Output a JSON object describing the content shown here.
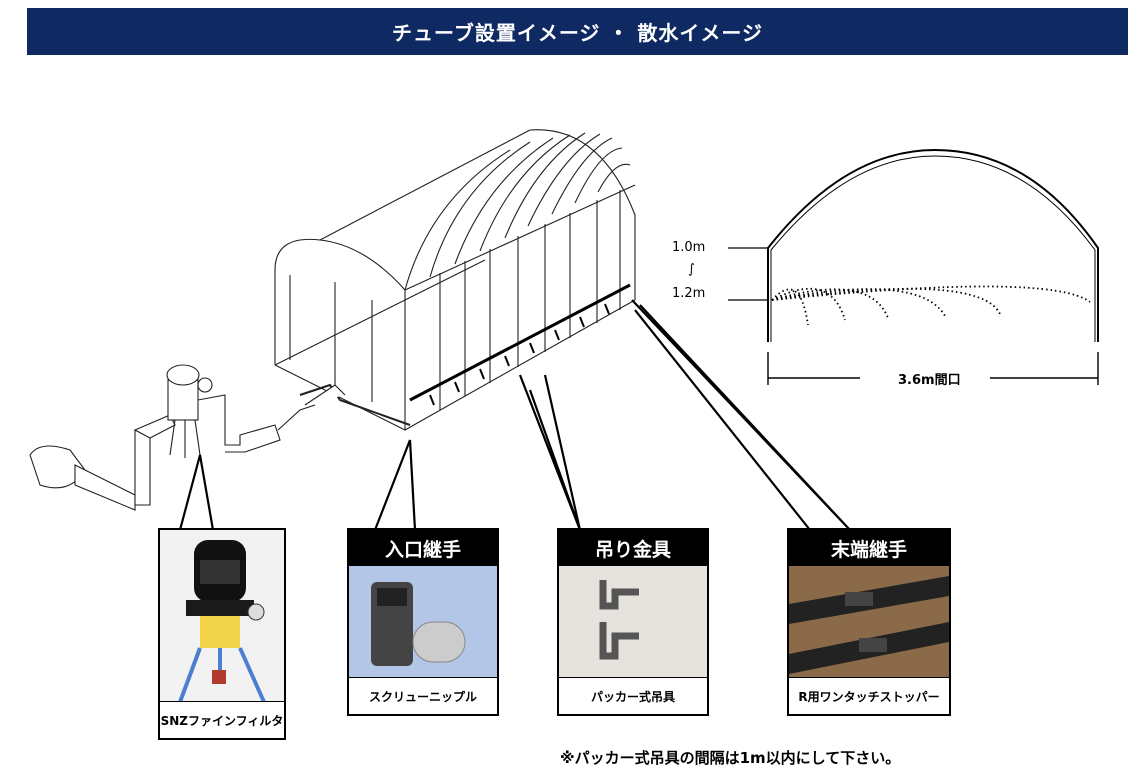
{
  "title": "チューブ設置イメージ ・ 散水イメージ",
  "side_view": {
    "height_top": "1.0m",
    "height_range_mark": "∫",
    "height_bottom": "1.2m",
    "width_label": "3.6m間口"
  },
  "cards": {
    "filter": {
      "caption": "SNZファインフィルタ"
    },
    "inlet": {
      "heading": "入口継手",
      "caption": "スクリューニップル"
    },
    "hanger": {
      "heading": "吊り金具",
      "caption": "パッカー式吊具"
    },
    "end": {
      "heading": "末端継手",
      "caption": "R用ワンタッチストッパー"
    }
  },
  "note": "※パッカー式吊具の間隔は1m以内にして下さい。",
  "colors": {
    "title_bg": "#0f2a63",
    "card_head_bg": "#000000"
  }
}
